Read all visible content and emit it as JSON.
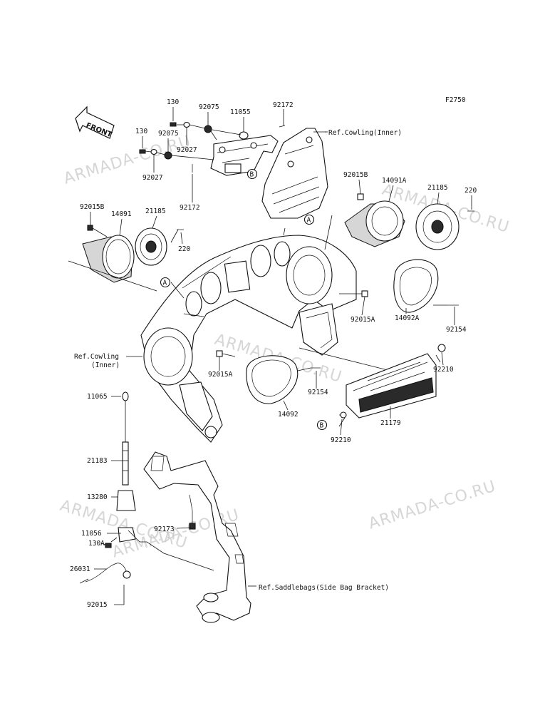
{
  "figure_code": "F2750",
  "front_badge": "FRONT",
  "callout_letters": {
    "A": "A",
    "B": "B"
  },
  "parts": {
    "p130_top": "130",
    "p130_left": "130",
    "p92075_top": "92075",
    "p92075_mid": "92075",
    "p11055": "11055",
    "p92172_top": "92172",
    "p92172_bottom": "92172",
    "p92027_right": "92027",
    "p92027_left": "92027",
    "p92015B_left": "92015B",
    "p14091": "14091",
    "p21185_left": "21185",
    "p220_left": "220",
    "p92015B_right": "92015B",
    "p14091A": "14091A",
    "p21185_right": "21185",
    "p220_right": "220",
    "p92015A_right": "92015A",
    "p14092A": "14092A",
    "p92154_right": "92154",
    "p92015A_center": "92015A",
    "p92154_center": "92154",
    "p14092": "14092",
    "p92210_right": "92210",
    "p92210_bottom": "92210",
    "p21179": "21179",
    "p11065": "11065",
    "p21183": "21183",
    "p13280": "13280",
    "p92173": "92173",
    "p11056": "11056",
    "p130A": "130A",
    "p26031": "26031",
    "p92015": "92015"
  },
  "references": {
    "cowling_inner_top": "Ref.Cowling(Inner)",
    "cowling_inner_left_1": "Ref.Cowling",
    "cowling_inner_left_2": "(Inner)",
    "saddlebags": "Ref.Saddlebags(Side Bag Bracket)"
  },
  "watermarks": [
    "ARMADA-CO.RU",
    "ARMADA-CO.RU",
    "ARMADA-CO.RU",
    "ARMADA-CO.RU",
    "ARMADA-CO.RU",
    "ARMADA-CO.RU"
  ]
}
